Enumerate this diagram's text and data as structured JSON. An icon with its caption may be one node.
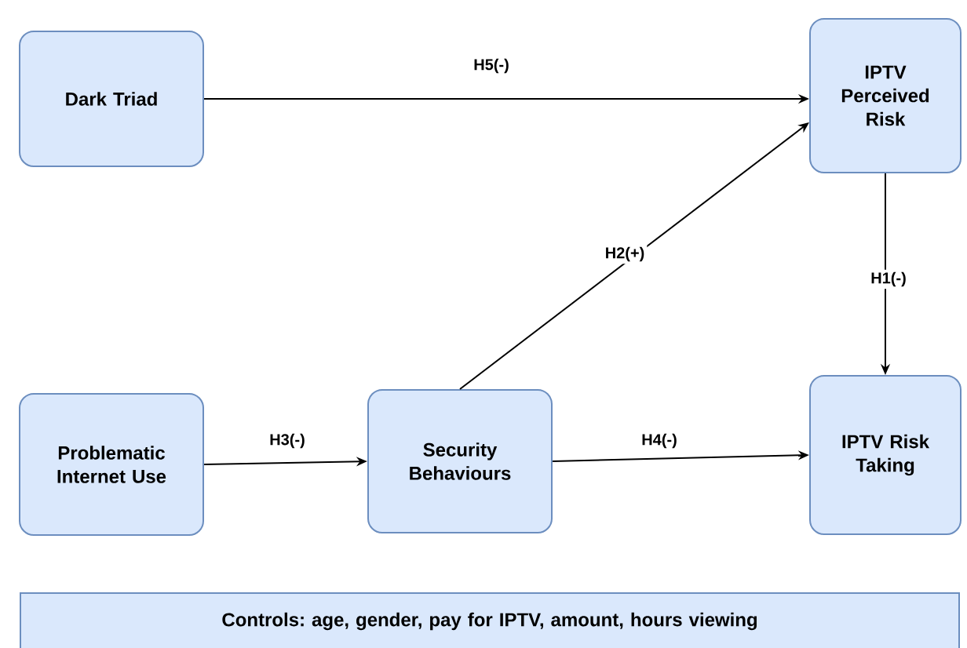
{
  "diagram": {
    "nodes": [
      {
        "text": [
          "Dark Triad"
        ]
      },
      {
        "text": [
          "IPTV Perceived Risk"
        ]
      },
      {
        "text": [
          "Problematic Internet Use"
        ]
      },
      {
        "text": [
          "Security Behaviours"
        ]
      },
      {
        "text": [
          "IPTV Risk Taking"
        ]
      },
      {
        "text": [
          "Controls: age, gender, pay for IPTV, amount, hours viewing"
        ]
      }
    ],
    "edges": [
      {
        "from": 0,
        "to": 1,
        "arrow": "to",
        "label": "H5(-)"
      },
      {
        "from": 3,
        "to": 1,
        "arrow": "to",
        "label": "H2(+)"
      },
      {
        "from": 1,
        "to": 4,
        "arrow": "to",
        "label": "H1(-)"
      },
      {
        "from": 2,
        "to": 3,
        "arrow": "to",
        "label": "H3(-)"
      },
      {
        "from": 3,
        "to": 4,
        "arrow": "to",
        "label": "H4(-)"
      }
    ]
  }
}
